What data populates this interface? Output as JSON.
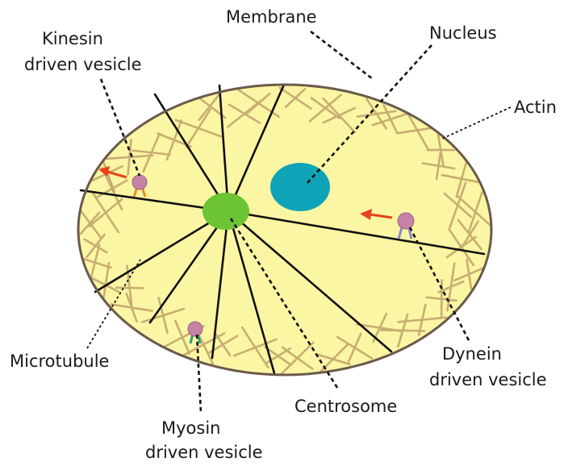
{
  "labels": {
    "membrane": "Membrane",
    "nucleus": "Nucleus",
    "actin": "Actin",
    "kinesin_line1": "Kinesin",
    "kinesin_line2": "driven vesicle",
    "microtubule": "Microtubule",
    "dynein_line1": "Dynein",
    "dynein_line2": "driven vesicle",
    "centrosome": "Centrosome",
    "myosin_line1": "Myosin",
    "myosin_line2": "driven vesicle"
  },
  "colors": {
    "cytoplasm": "#fbf6a4",
    "membrane": "#6b5a4c",
    "nucleus": "#0fa3b8",
    "centrosome": "#6cc434",
    "actin": "#c8ad73",
    "microtubule": "#111111",
    "vesicle": "#c783a6",
    "kinesin_motor": "#e8901e",
    "dynein_motor": "#8a88c8",
    "myosin_motor": "#2f9c80",
    "arrow": "#e8421a"
  }
}
